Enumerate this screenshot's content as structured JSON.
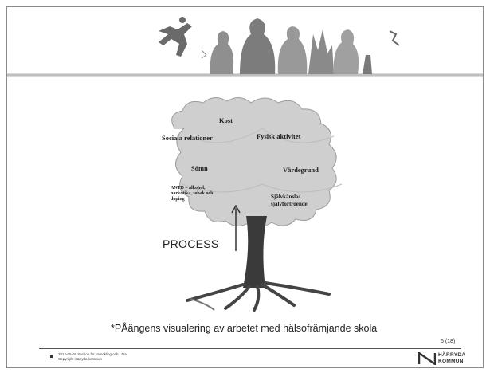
{
  "tree": {
    "labels": {
      "kost": "Kost",
      "sociala_relationer": "Sociala relationer",
      "fysisk_aktivitet": "Fysisk aktivitet",
      "somn": "Sömn",
      "vardegrund": "Värdegrund",
      "antd": "ANTD – alkohol, narkotika, tobak och doping",
      "sjalvkansla": "Självkänsla/ självförtroende"
    },
    "process": "PROCESS"
  },
  "caption": "*PÅängens visualering av arbetet med hälsofrämjande skola",
  "page_number": "5 (18)",
  "footer": {
    "line1": "2012-05-08 Section för utveckling och Lära",
    "line2": "Copyright Härryda kommun"
  },
  "logo": {
    "line1": "HÄRRYDA",
    "line2": "KOMMUN"
  }
}
